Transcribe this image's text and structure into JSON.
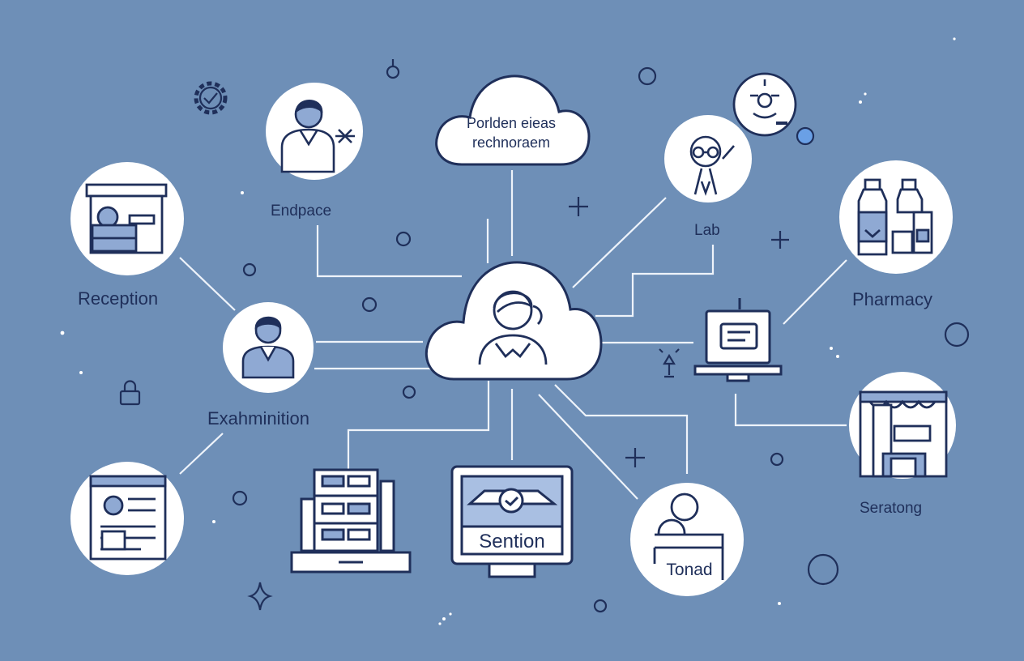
{
  "palette": {
    "background": "#6e8fb7",
    "line": "#eef3fa",
    "node_fill": "#ffffff",
    "icon_stroke": "#1f2f5a",
    "icon_fill": "#8fa9d3",
    "accent_dot": "#6aa0e6"
  },
  "cloud_top": {
    "line1": "Porlden eieas",
    "line2": "rechnoraem"
  },
  "nodes": {
    "endpace": {
      "label": "Endpace",
      "icon": "person-icon"
    },
    "lab": {
      "label": "Lab",
      "icon": "lab-technician-icon"
    },
    "reception": {
      "label": "Reception",
      "icon": "reception-desk-icon"
    },
    "pharmacy": {
      "label": "Pharmacy",
      "icon": "medicine-bottles-icon"
    },
    "examination": {
      "label": "Exahminition",
      "icon": "doctor-icon"
    },
    "seratong": {
      "label": "Seratong",
      "icon": "storefront-icon"
    },
    "sention": {
      "label": "Sention",
      "icon": "monitor-icon"
    },
    "tonad": {
      "label": "Tonad",
      "icon": "patient-bed-icon"
    },
    "center": {
      "icon": "cloud-user-icon"
    },
    "records": {
      "icon": "document-icon"
    },
    "server": {
      "icon": "server-icon"
    },
    "laptop": {
      "icon": "laptop-icon"
    },
    "support": {
      "icon": "headset-icon"
    }
  }
}
